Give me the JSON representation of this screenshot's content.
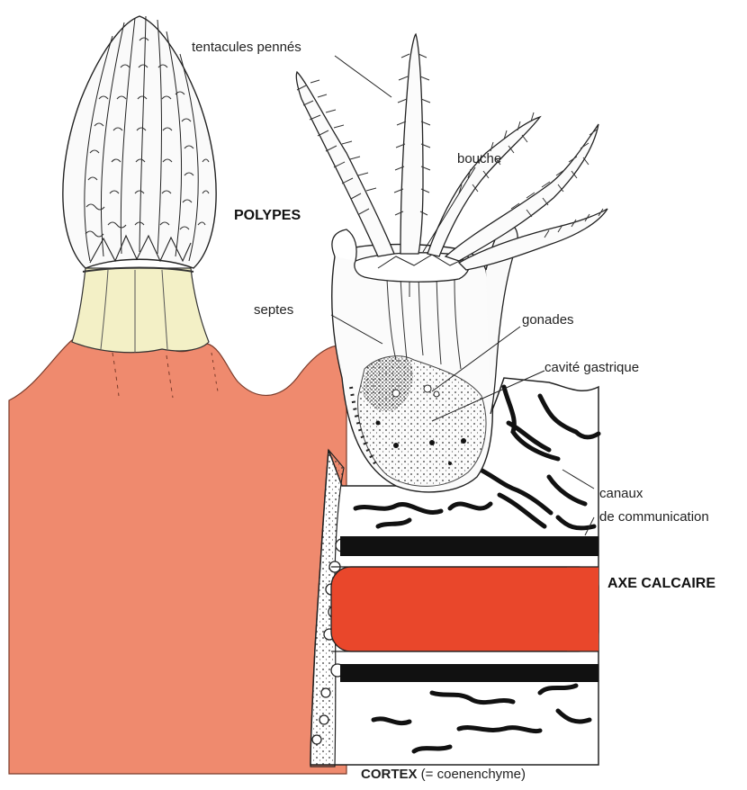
{
  "labels": {
    "tentacules": "tentacules pennés",
    "bouche": "bouche",
    "polypes": "POLYPES",
    "septes": "septes",
    "gonades": "gonades",
    "cavite": "cavité gastrique",
    "canaux_line1": "canaux",
    "canaux_line2": "de communication",
    "axe": "AXE CALCAIRE",
    "cortex_bold": "CORTEX",
    "cortex_rest": " (= coenenchyme)"
  },
  "colors": {
    "coral": "#ef8a6e",
    "axis": "#e9472b",
    "polyp_neck": "#f3f0c6",
    "ink": "#1a1a1a"
  }
}
